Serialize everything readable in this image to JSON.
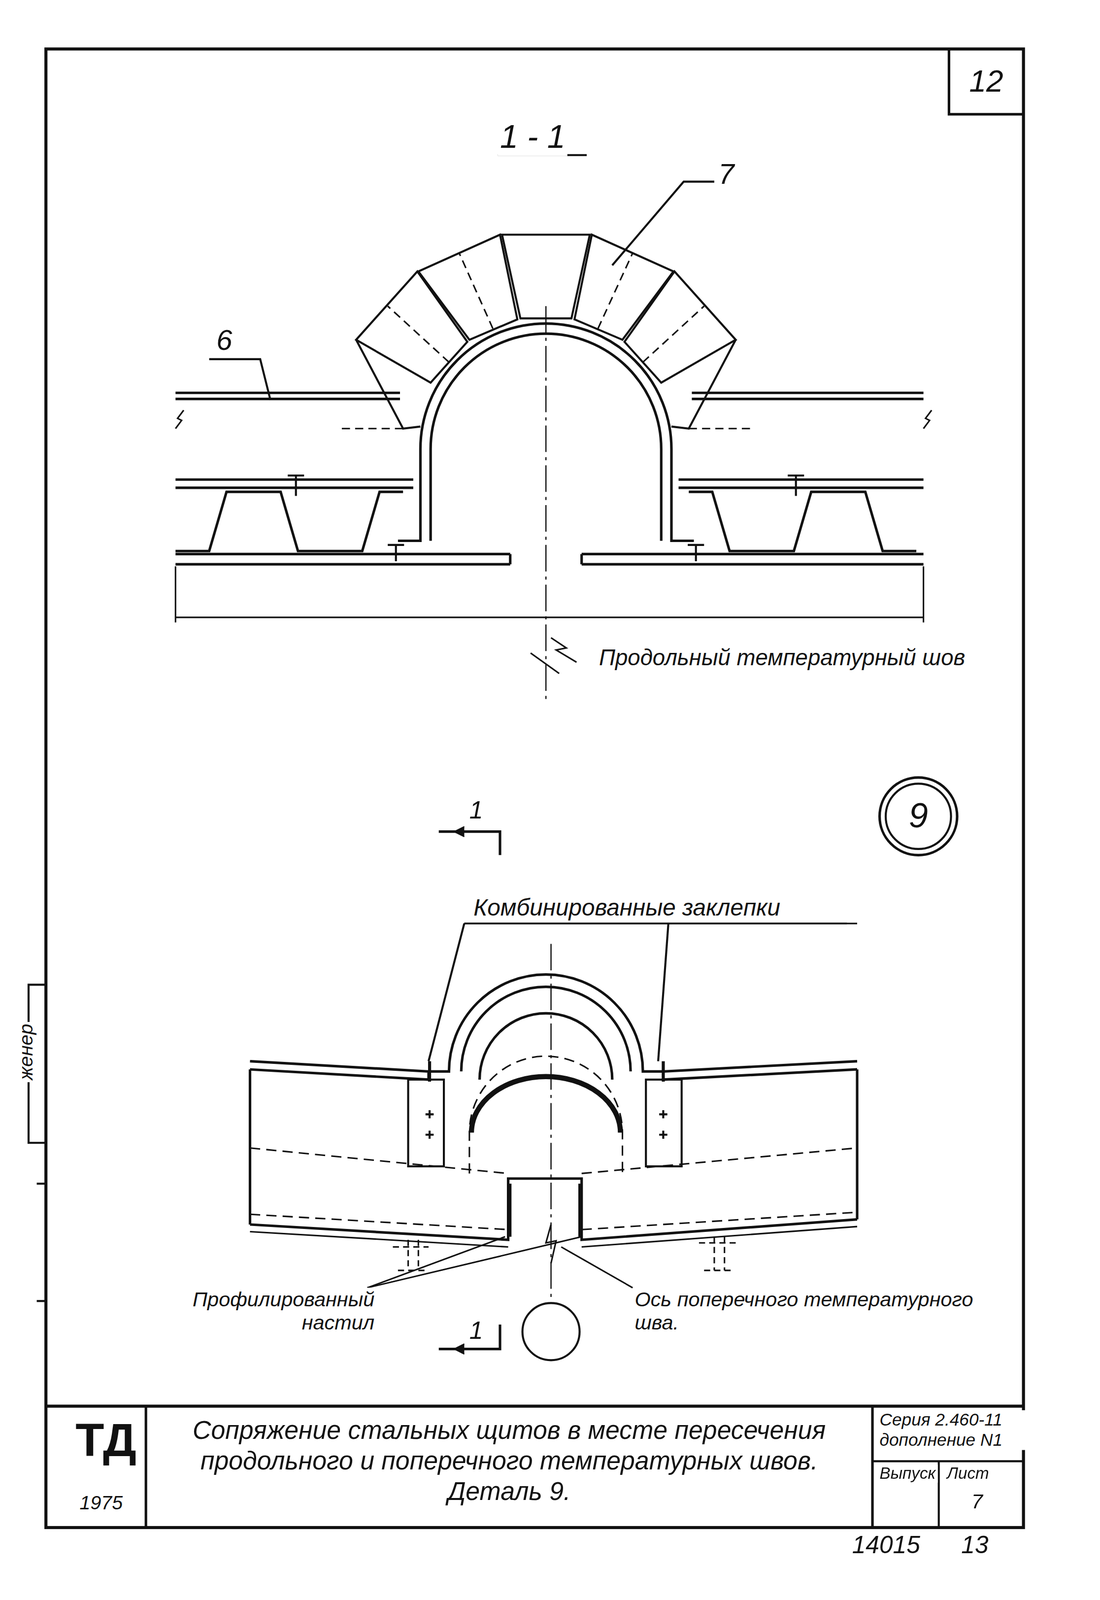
{
  "diagram": {
    "caption": "Сопряжение стальных щитов в месте пересечения продольного и поперечного температурных швов. Деталь 9.",
    "nodes": [
      {
        "text": [
          "12"
        ]
      },
      {
        "text": [
          "9"
        ]
      }
    ],
    "labels": [
      "1 - 1",
      "7",
      "6",
      "Продольный температурный шов",
      "1",
      "Комбинированные заклепки",
      "Профилированный настил",
      "Ось поперечного температурного шва.",
      "1",
      "ТД",
      "1975",
      "Серия 2.460-11 дополнение N1",
      "Выпуск",
      "Лист",
      "7",
      "14015",
      "13",
      "женер"
    ]
  }
}
